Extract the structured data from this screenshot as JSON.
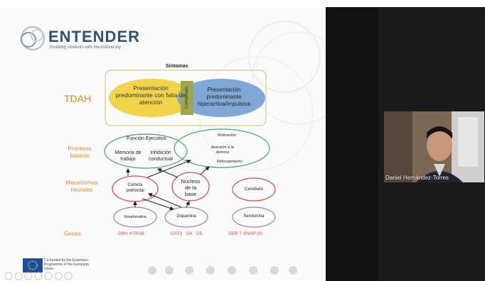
{
  "brand": {
    "name": "ENTENDER",
    "tagline": "Enabling students with Neurodiversity"
  },
  "diagram": {
    "title": "Síntomas",
    "left_label": "TDAH",
    "venn": {
      "left": "Presentación predominante con falta de atención",
      "middle": "Combinado",
      "right": "Presentación predominante hiperactiva/impulsiva"
    },
    "row_labels": {
      "procesos": "Procesos básicos",
      "mecanismos": "Mecanismos neurales",
      "genes": "Genes"
    },
    "funcion_ejecutiva": "Función Ejecutiva",
    "memoria": "Memoria de trabajo",
    "inhibicion": "Inhibición conductual",
    "motivacion": "Motivación",
    "aversion": "Aversión a la demora",
    "refuerzo": "Reforzamiento",
    "corteza": "Corteza prefrontal",
    "nucleos": "Núcleos de la base",
    "cerebelo": "Cerebelo",
    "noradrenalina": "Noradrenalina",
    "dopamina": "Dopamina",
    "serotonina": "Serotonina",
    "genes_1": "DBH HTR1B",
    "genes_2": "DAT1 D4 D5",
    "genes_3": "SER T SNAP-25"
  },
  "footer": {
    "eu_text": "Co-funded by the Erasmus+ Programme of the European Union"
  },
  "video": {
    "participant": "Daniel Hernández-Torres"
  },
  "colors": {
    "orange": "#e8862c",
    "yellow": "#f1d44a",
    "blue": "#7fa8d7",
    "olive": "#9aa74f",
    "green": "#4aa36a",
    "red": "#d8494c",
    "purple": "#9b7fc2"
  }
}
